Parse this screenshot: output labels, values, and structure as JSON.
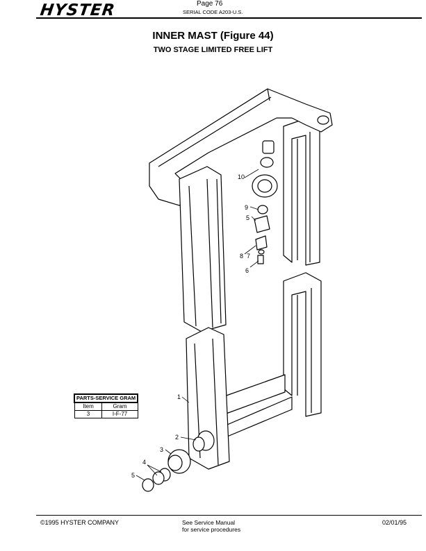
{
  "header": {
    "logo": "HYSTER",
    "page": "Page 76",
    "serial": "SERIAL CODE A203-U.S."
  },
  "title": "INNER MAST (Figure 44)",
  "subtitle": "TWO STAGE LIMITED FREE LIFT",
  "parts_table": {
    "heading": "PARTS-SERVICE GRAM",
    "columns": [
      "Item",
      "Gram"
    ],
    "rows": [
      [
        "3",
        "I-F-77"
      ]
    ]
  },
  "callouts": {
    "c1": "1",
    "c2": "2",
    "c3": "3",
    "c4": "4",
    "c5a": "5",
    "c10": "10",
    "c9": "9",
    "c5b": "5",
    "c8": "8",
    "c7": "7",
    "c6": "6"
  },
  "footer": {
    "copyright": "©1995 HYSTER COMPANY",
    "note_line1": "See Service Manual",
    "note_line2": "for service procedures",
    "date": "02/01/95"
  }
}
